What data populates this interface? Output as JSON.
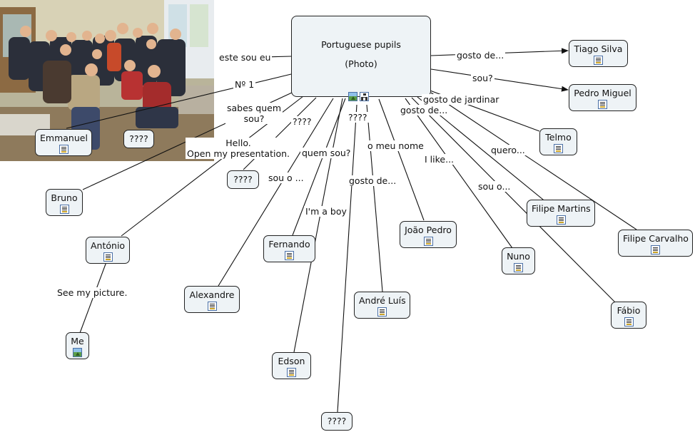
{
  "map": {
    "center": {
      "title": "Portuguese pupils",
      "subtitle": "(Photo)",
      "icons": [
        "image-icon",
        "submap-icon"
      ]
    },
    "nodes": [
      {
        "id": "tiago",
        "label": "Tiago Silva",
        "icon": "document-icon"
      },
      {
        "id": "pedro",
        "label": "Pedro Miguel",
        "icon": "document-icon"
      },
      {
        "id": "telmo",
        "label": "Telmo",
        "icon": "document-icon"
      },
      {
        "id": "filipem",
        "label": "Filipe Martins",
        "icon": "document-icon"
      },
      {
        "id": "filipec",
        "label": "Filipe Carvalho",
        "icon": "document-icon"
      },
      {
        "id": "nuno",
        "label": "Nuno",
        "icon": "document-icon"
      },
      {
        "id": "fabio",
        "label": "Fábio",
        "icon": "document-icon"
      },
      {
        "id": "joao",
        "label": "João Pedro",
        "icon": "document-icon"
      },
      {
        "id": "andre",
        "label": "André Luís",
        "icon": "document-icon"
      },
      {
        "id": "fernando",
        "label": "Fernando",
        "icon": "document-icon"
      },
      {
        "id": "edson",
        "label": "Edson",
        "icon": "document-icon"
      },
      {
        "id": "alexandre",
        "label": "Alexandre",
        "icon": "document-icon"
      },
      {
        "id": "antonio",
        "label": "António",
        "icon": "document-icon"
      },
      {
        "id": "me",
        "label": "Me",
        "icon": "image-icon"
      },
      {
        "id": "bruno",
        "label": "Bruno",
        "icon": "document-icon"
      },
      {
        "id": "emmanuel",
        "label": "Emmanuel",
        "icon": "document-icon"
      },
      {
        "id": "q1",
        "label": "????",
        "icon": ""
      },
      {
        "id": "q2",
        "label": "????",
        "icon": ""
      },
      {
        "id": "q3",
        "label": "????",
        "icon": ""
      }
    ],
    "links": [
      {
        "id": "l-gosto-de-1",
        "label": "gosto de..."
      },
      {
        "id": "l-sou",
        "label": "sou?"
      },
      {
        "id": "l-gosto-jardinar",
        "label": "gosto de jardinar"
      },
      {
        "id": "l-gosto-de-2",
        "label": "gosto de..."
      },
      {
        "id": "l-quero",
        "label": "quero..."
      },
      {
        "id": "l-i-like",
        "label": "I like..."
      },
      {
        "id": "l-sou-o-2",
        "label": "sou o..."
      },
      {
        "id": "l-meu-nome",
        "label": "o meu nome"
      },
      {
        "id": "l-gosto-de-3",
        "label": "gosto de..."
      },
      {
        "id": "l-qqqq",
        "label": "????"
      },
      {
        "id": "l-quem-sou",
        "label": "quem sou?"
      },
      {
        "id": "l-boy",
        "label": "I'm a boy"
      },
      {
        "id": "l-sou-o-1",
        "label": "sou o ..."
      },
      {
        "id": "l-q2",
        "label": "????"
      },
      {
        "id": "l-hello",
        "label": "Hello.\nOpen my presentation."
      },
      {
        "id": "l-sabes",
        "label": "sabes quem\nsou?"
      },
      {
        "id": "l-no1",
        "label": "Nº 1"
      },
      {
        "id": "l-este",
        "label": "este sou eu"
      },
      {
        "id": "l-see",
        "label": "See my picture."
      }
    ],
    "photo": {
      "description_icon": "class-photo-image"
    }
  }
}
